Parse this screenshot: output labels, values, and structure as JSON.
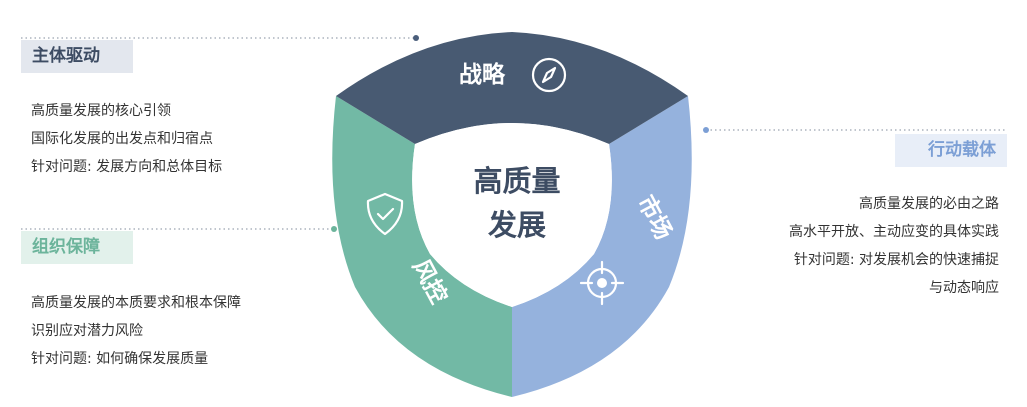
{
  "diagram": {
    "center": {
      "line1": "高质量",
      "line2": "发展"
    },
    "segments": {
      "top": {
        "label": "战略",
        "icon": "compass-icon",
        "color": "#485a72"
      },
      "left": {
        "label": "风控",
        "icon": "shield-check-icon",
        "color": "#72b9a5"
      },
      "right": {
        "label": "市场",
        "icon": "target-icon",
        "color": "#95b2dd"
      }
    }
  },
  "panels": {
    "driver": {
      "title": "主体驱动",
      "lines": [
        "高质量发展的核心引领",
        "国际化发展的出发点和归宿点",
        "针对问题: 发展方向和总体目标"
      ]
    },
    "guarantee": {
      "title": "组织保障",
      "lines": [
        "高质量发展的本质要求和根本保障",
        "识别应对潜力风险",
        "针对问题: 如何确保发展质量"
      ]
    },
    "carrier": {
      "title": "行动载体",
      "lines": [
        "高质量发展的必由之路",
        "高水平开放、主动应变的具体实践",
        "针对问题: 对发展机会的快速捕捉",
        "与动态响应"
      ]
    }
  }
}
